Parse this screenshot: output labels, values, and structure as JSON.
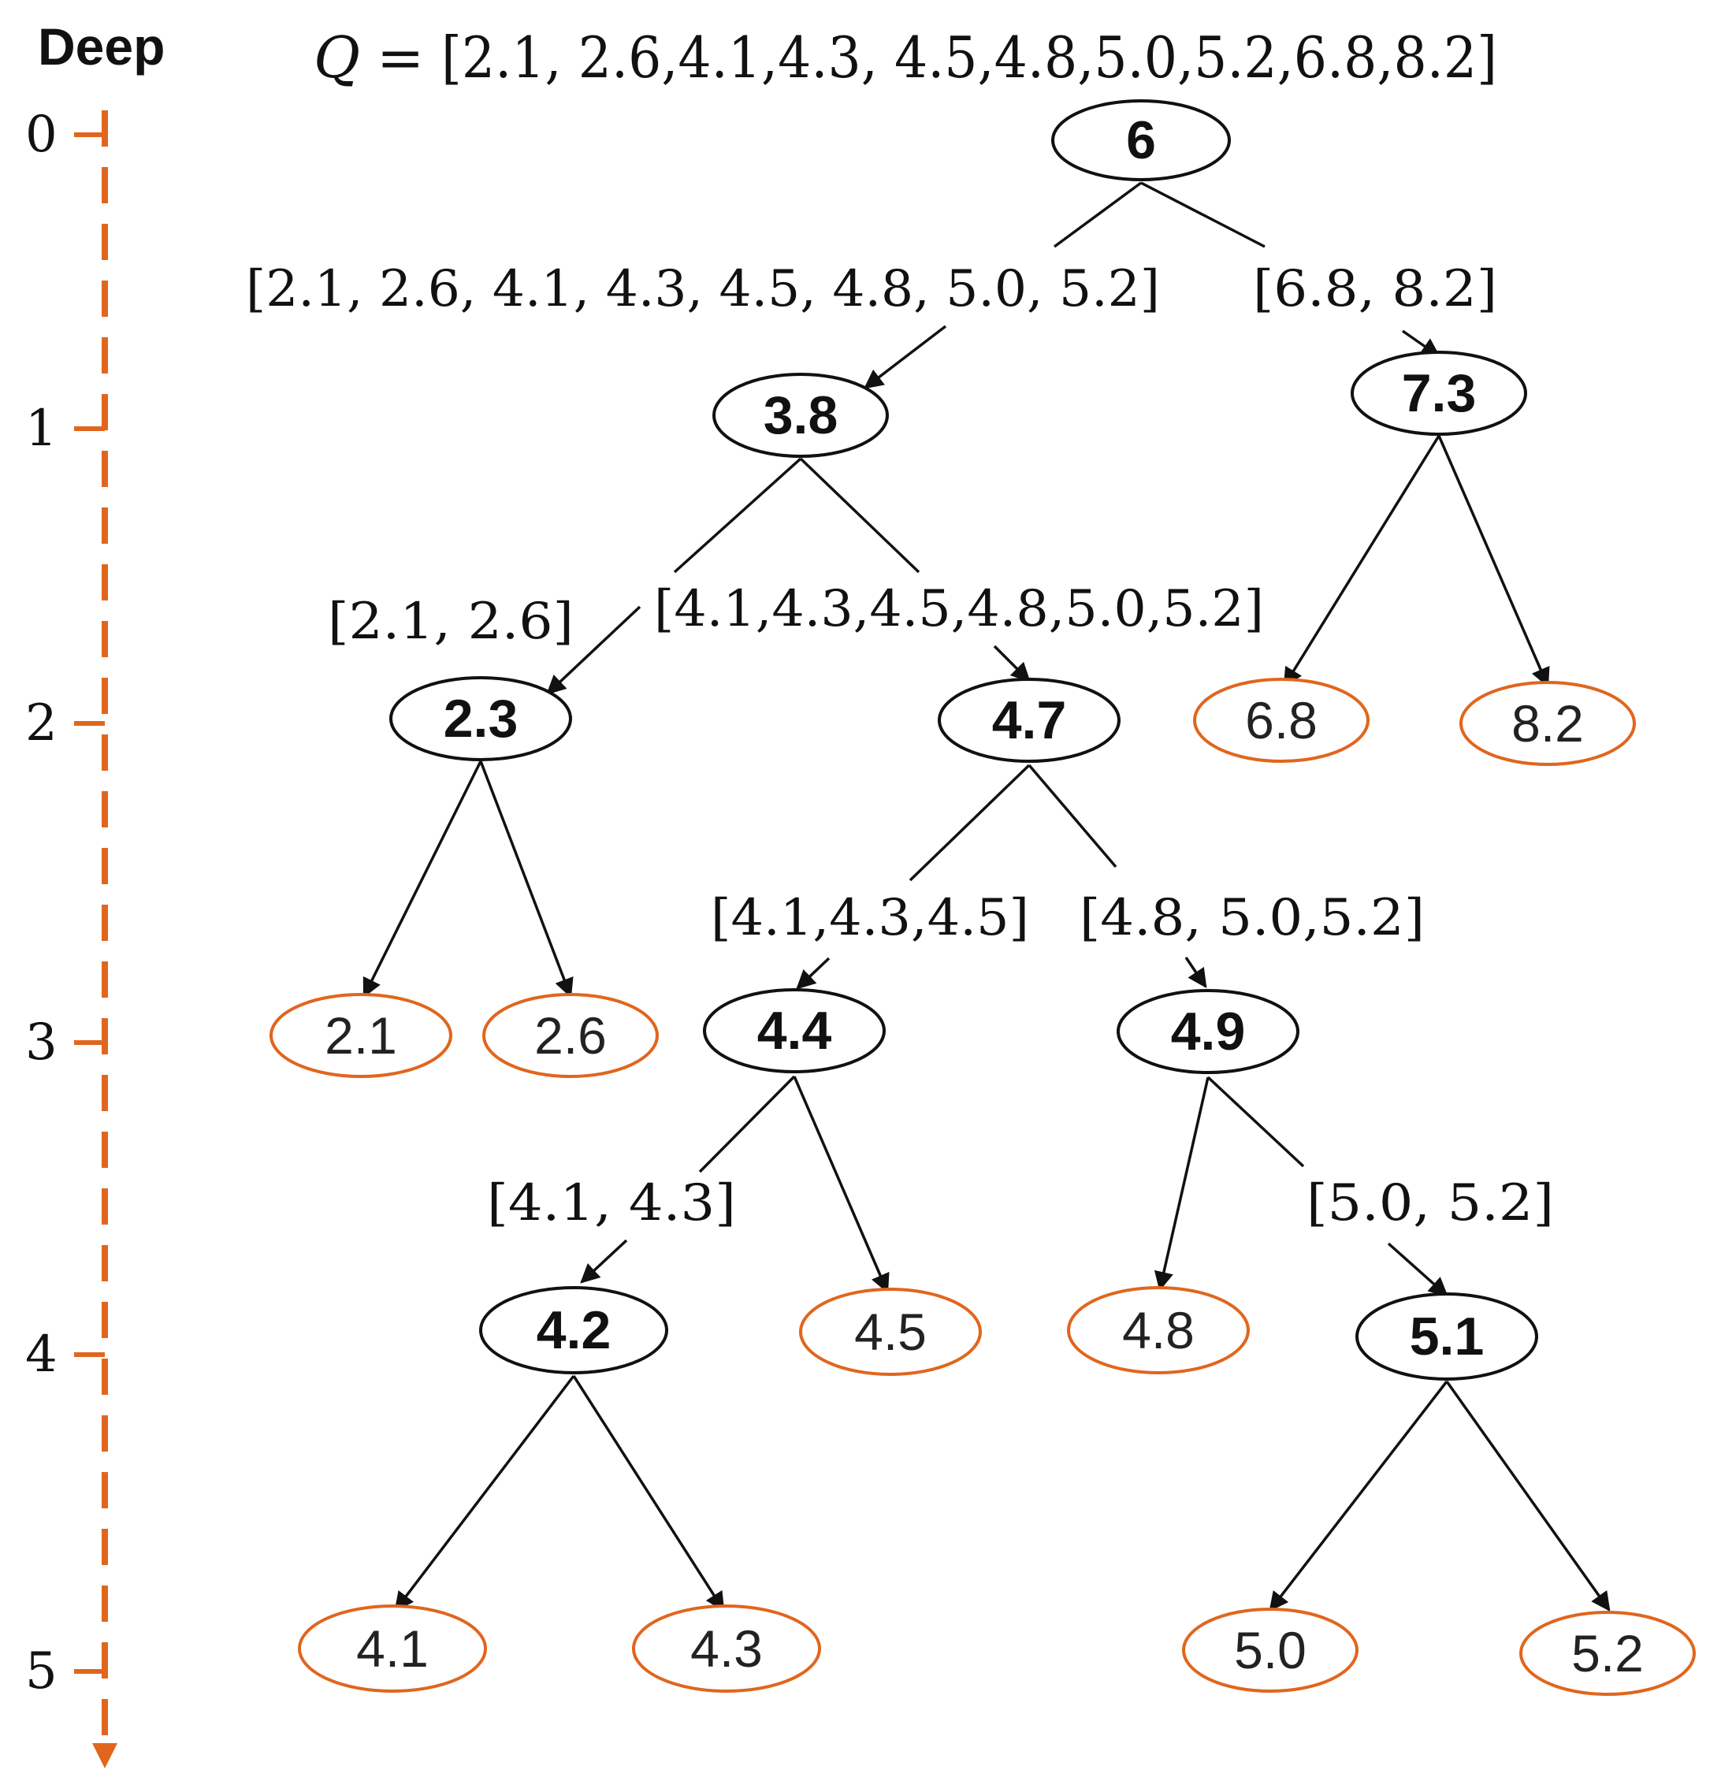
{
  "axis": {
    "title": "Deep",
    "levels": [
      "0",
      "1",
      "2",
      "3",
      "4",
      "5"
    ],
    "color": "#E0661E"
  },
  "title": {
    "var": "Q",
    "eq": "=",
    "values": "[2.1,  2.6,4.1,4.3,  4.5,4.8,5.0,5.2,6.8,8.2]"
  },
  "colors": {
    "split_node": "#111111",
    "leaf_node": "#E0661E",
    "edge": "#111111"
  },
  "nodes": [
    {
      "id": "n6",
      "label": "6",
      "type": "split"
    },
    {
      "id": "n38",
      "label": "3.8",
      "type": "split"
    },
    {
      "id": "n73",
      "label": "7.3",
      "type": "split"
    },
    {
      "id": "n23",
      "label": "2.3",
      "type": "split"
    },
    {
      "id": "n47",
      "label": "4.7",
      "type": "split"
    },
    {
      "id": "n68",
      "label": "6.8",
      "type": "leaf"
    },
    {
      "id": "n82",
      "label": "8.2",
      "type": "leaf"
    },
    {
      "id": "n21",
      "label": "2.1",
      "type": "leaf"
    },
    {
      "id": "n26",
      "label": "2.6",
      "type": "leaf"
    },
    {
      "id": "n44",
      "label": "4.4",
      "type": "split"
    },
    {
      "id": "n49",
      "label": "4.9",
      "type": "split"
    },
    {
      "id": "n42",
      "label": "4.2",
      "type": "split"
    },
    {
      "id": "n45",
      "label": "4.5",
      "type": "leaf"
    },
    {
      "id": "n48",
      "label": "4.8",
      "type": "leaf"
    },
    {
      "id": "n51",
      "label": "5.1",
      "type": "split"
    },
    {
      "id": "n41",
      "label": "4.1",
      "type": "leaf"
    },
    {
      "id": "n43",
      "label": "4.3",
      "type": "leaf"
    },
    {
      "id": "n50",
      "label": "5.0",
      "type": "leaf"
    },
    {
      "id": "n52",
      "label": "5.2",
      "type": "leaf"
    }
  ],
  "ranges": [
    {
      "id": "r1",
      "text": "[2.1,  2.6, 4.1, 4.3, 4.5, 4.8, 5.0, 5.2]"
    },
    {
      "id": "r2",
      "text": "[6.8,  8.2]"
    },
    {
      "id": "r3",
      "text": "[2.1,  2.6]"
    },
    {
      "id": "r4",
      "text": "[4.1,4.3,4.5,4.8,5.0,5.2]"
    },
    {
      "id": "r5",
      "text": "[4.1,4.3,4.5]"
    },
    {
      "id": "r6",
      "text": "[4.8,  5.0,5.2]"
    },
    {
      "id": "r7",
      "text": "[4.1,  4.3]"
    },
    {
      "id": "r8",
      "text": "[5.0,  5.2]"
    }
  ]
}
